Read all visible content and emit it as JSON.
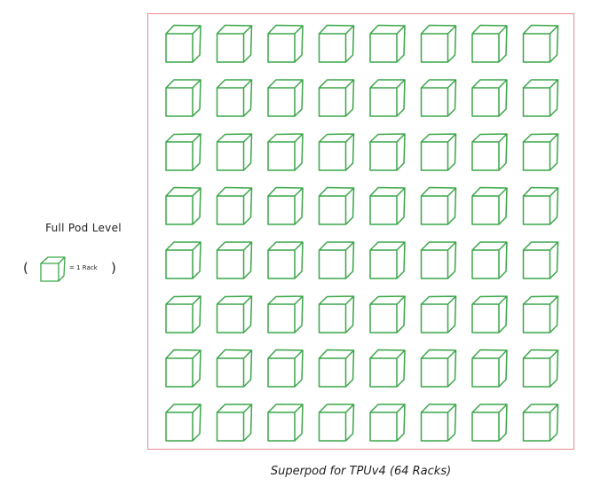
{
  "legend": {
    "title": "Full Pod Level",
    "open_paren": "(",
    "close_paren": ")",
    "unit_text": "= 1 Rack"
  },
  "superpod": {
    "caption": "Superpod for TPUv4 (64 Racks)",
    "rows": 8,
    "cols": 8,
    "cube_color": "#3aa648",
    "frame_color": "#e88a8e"
  }
}
